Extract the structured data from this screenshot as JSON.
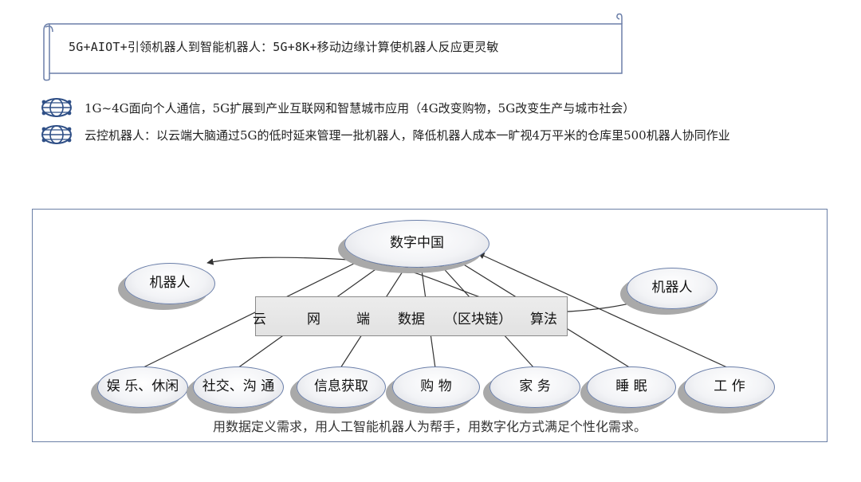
{
  "header_scroll": {
    "text": "5G+AIOT+引领机器人到智能机器人：5G+8K+移动边缘计算使机器人反应更灵敏"
  },
  "bullets": [
    {
      "icon": "globe-network-icon",
      "text": "1G~4G面向个人通信，5G扩展到产业互联网和智慧城市应用（4G改变购物，5G改变生产与城市社会）"
    },
    {
      "icon": "globe-network-icon",
      "text": "云控机器人：以云端大脑通过5G的低时延来管理一批机器人，降低机器人成本一旷视4万平米的仓库里500机器人协同作业"
    }
  ],
  "diagram": {
    "top_node": "数字中国",
    "left_node": "机器人",
    "right_node": "机器人",
    "band_words": [
      "云",
      "网",
      "端",
      "数据",
      "（区块链）",
      "算法"
    ],
    "bottom_nodes": [
      {
        "line1": "娱 乐、",
        "line2": "休闲"
      },
      {
        "line1": "社交、",
        "line2": "沟 通"
      },
      {
        "line1": "信息",
        "line2": "获取"
      },
      {
        "line1": "购 物",
        "line2": ""
      },
      {
        "line1": "家 务",
        "line2": ""
      },
      {
        "line1": "睡 眠",
        "line2": ""
      },
      {
        "line1": "工 作",
        "line2": ""
      }
    ],
    "caption": "用数据定义需求，用人工智能机器人为帮手，用数字化方式满足个性化需求。"
  },
  "colors": {
    "ellipse_border": "#6b7fa9",
    "frame_border": "#6a7fa6",
    "icon_blue": "#2f4f86",
    "line": "#333333"
  }
}
